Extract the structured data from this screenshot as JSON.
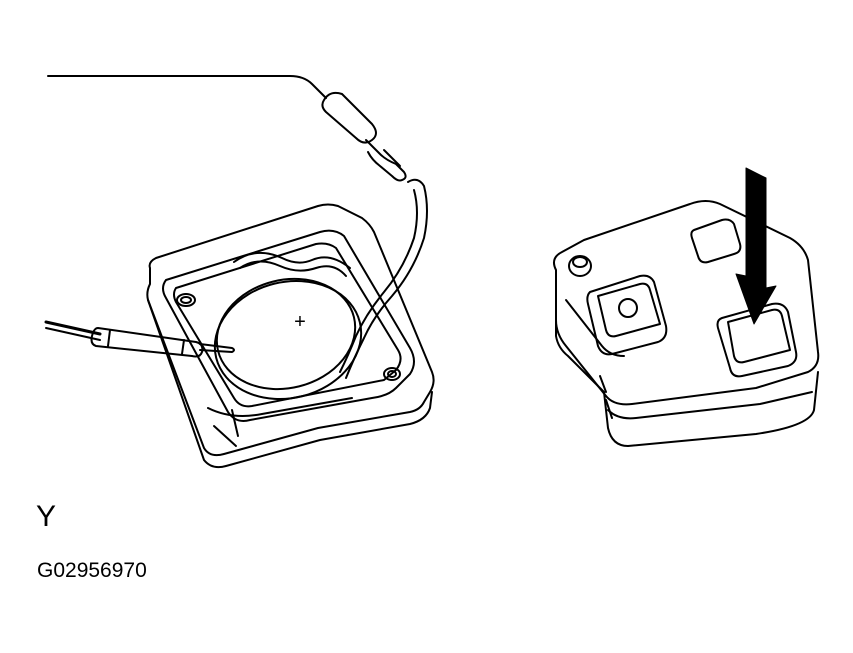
{
  "figure": {
    "callout_label": "Y",
    "figure_code": "G02956970",
    "plus_marking": "+"
  },
  "colors": {
    "line": "#000000",
    "background": "#ffffff"
  },
  "icons": {
    "battery_terminal": "plus-sign",
    "press_direction": "down-arrow"
  }
}
